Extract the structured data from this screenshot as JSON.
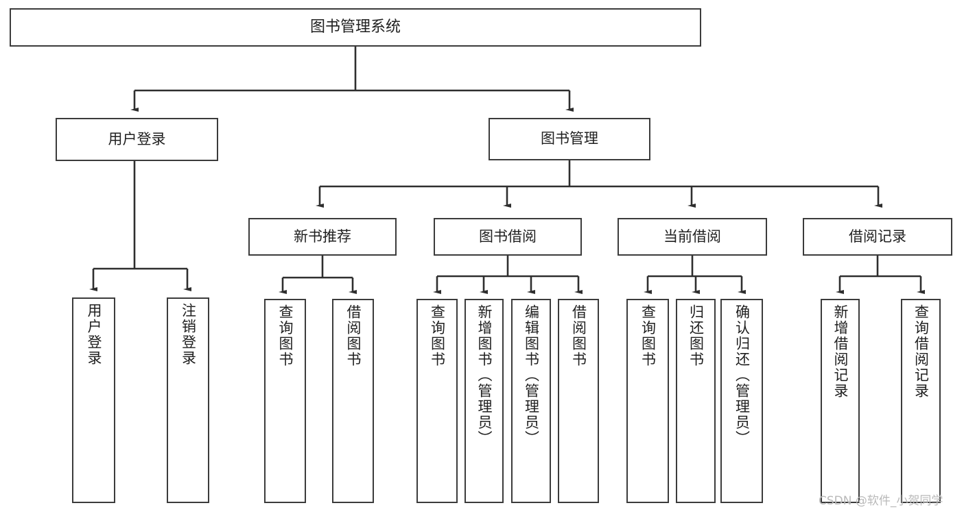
{
  "diagram": {
    "title": "图书管理系统",
    "type": "tree-hierarchy-diagram",
    "root": {
      "label": "图书管理系统"
    },
    "level2": [
      {
        "label": "用户登录"
      },
      {
        "label": "图书管理"
      }
    ],
    "level3": [
      {
        "label": "新书推荐"
      },
      {
        "label": "图书借阅"
      },
      {
        "label": "当前借阅"
      },
      {
        "label": "借阅记录"
      }
    ],
    "leaves": {
      "user_login": [
        {
          "label": "用户登录"
        },
        {
          "label": "注销登录"
        }
      ],
      "new_book_recommend": [
        {
          "label": "查询图书"
        },
        {
          "label": "借阅图书"
        }
      ],
      "book_borrow": [
        {
          "label": "查询图书"
        },
        {
          "label": "新增图书（管理员）"
        },
        {
          "label": "编辑图书（管理员）"
        },
        {
          "label": "借阅图书"
        }
      ],
      "current_borrow": [
        {
          "label": "查询图书"
        },
        {
          "label": "归还图书"
        },
        {
          "label": "确认归还（管理员）"
        }
      ],
      "borrow_record": [
        {
          "label": "新增借阅记录"
        },
        {
          "label": "查询借阅记录"
        }
      ]
    }
  },
  "watermark": {
    "text": "CSDN @软件_小贺同学"
  },
  "colors": {
    "background": "#ffffff",
    "box_border": "#3b3b3b",
    "box_fill": "#ffffff",
    "connector": "#2e2e2e",
    "text": "#1f1f1f",
    "watermark": "#b9b9b9"
  }
}
